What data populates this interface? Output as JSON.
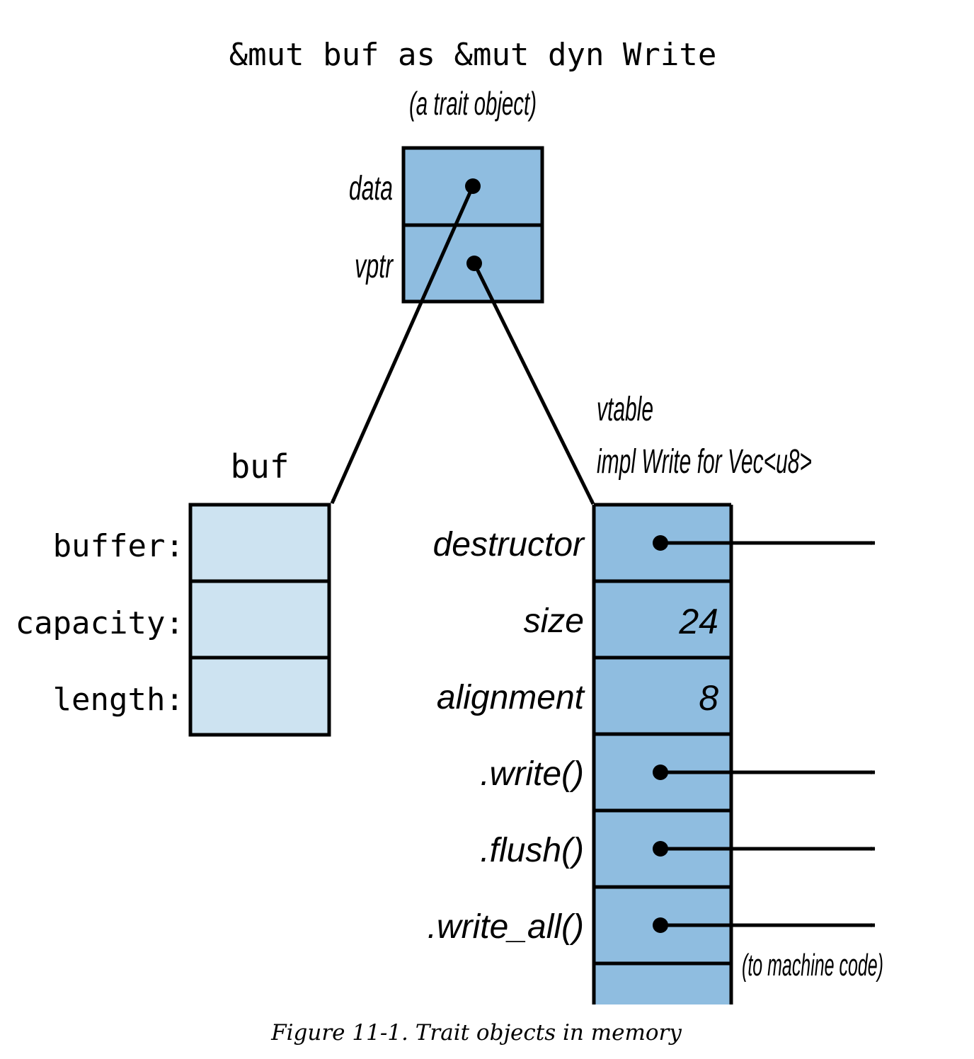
{
  "trait_object": {
    "title": "&mut buf as &mut dyn Write",
    "subtitle": "(a trait object)",
    "fields": [
      "data",
      "vptr"
    ]
  },
  "buf": {
    "title": "buf",
    "fields": [
      "buffer:",
      "capacity:",
      "length:"
    ]
  },
  "vtable": {
    "title": "vtable",
    "subtitle": "impl Write for Vec<u8>",
    "rows": [
      {
        "label": "destructor",
        "value": "",
        "pointer": true
      },
      {
        "label": "size",
        "value": "24",
        "pointer": false
      },
      {
        "label": "alignment",
        "value": "8",
        "pointer": false
      },
      {
        "label": ".write()",
        "value": "",
        "pointer": true
      },
      {
        "label": ".flush()",
        "value": "",
        "pointer": true
      },
      {
        "label": ".write_all()",
        "value": "",
        "pointer": true
      }
    ],
    "machine_code_note": "(to machine code)"
  },
  "colors": {
    "dark_fill": "#8fbde0",
    "light_fill": "#cde3f1",
    "stroke": "#000000"
  },
  "caption": "Figure 11-1. Trait objects in memory"
}
